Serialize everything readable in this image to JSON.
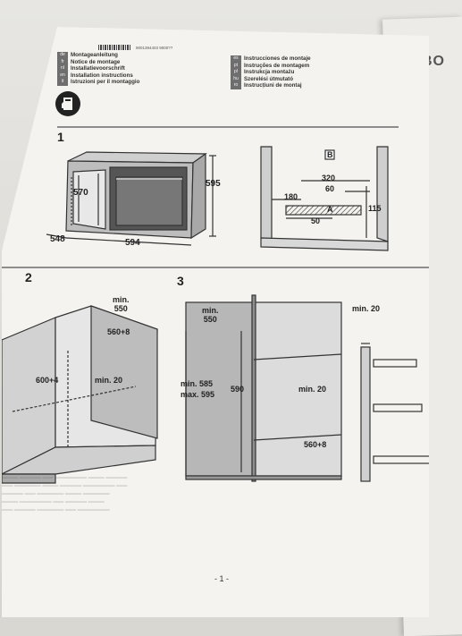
{
  "document": {
    "brand": "BO",
    "doc_code": "9001394403   9000??",
    "page_number": "- 1 -"
  },
  "languages_left": [
    {
      "code": "de",
      "text": "Montageanleitung"
    },
    {
      "code": "fr",
      "text": "Notice de montage"
    },
    {
      "code": "nl",
      "text": "Installatievoorschrift"
    },
    {
      "code": "en",
      "text": "Installation instructions"
    },
    {
      "code": "it",
      "text": "Istruzioni per il montaggio"
    }
  ],
  "languages_right": [
    {
      "code": "es",
      "text": "Instrucciones de montaje"
    },
    {
      "code": "pt",
      "text": "Instruções de montagem"
    },
    {
      "code": "pl",
      "text": "Instrukcja montażu"
    },
    {
      "code": "hu",
      "text": "Szerelési útmutató"
    },
    {
      "code": "ro",
      "text": "Instrucțiuni de montaj"
    }
  ],
  "figure1": {
    "number": "1",
    "dims": {
      "w570": "570",
      "w548": "548",
      "w594": "594",
      "h595": "595"
    },
    "side": {
      "b": "B",
      "d320": "320",
      "d60": "60",
      "d180": "180",
      "a": "A",
      "d50": "50",
      "d115": "115"
    }
  },
  "figure2": {
    "number": "2",
    "min550": "min.\n550",
    "d560": "560+8",
    "d600": "600+4",
    "min20": "min. 20"
  },
  "figure3": {
    "number": "3",
    "min550": "min.\n550",
    "min585": "min. 585",
    "max595": "max. 595",
    "d590": "590",
    "min20": "min. 20",
    "d560": "560+8",
    "side_min20": "min. 20"
  }
}
